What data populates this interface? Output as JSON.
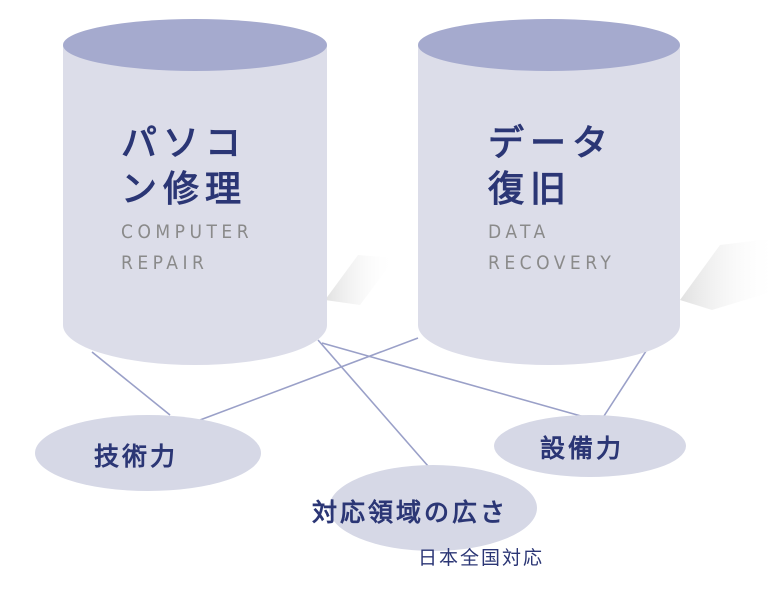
{
  "colors": {
    "cylinder_body": "#dcdde9",
    "cylinder_top": "#a5aace",
    "oval_fill": "#d6d8e6",
    "connector": "#9aa0c8",
    "text_primary": "#2b3675",
    "text_secondary": "#8a8a8a"
  },
  "cylinders": [
    {
      "title_line1": "パソコ",
      "title_line2": "ン修理",
      "en_line1": "COMPUTER",
      "en_line2": "REPAIR"
    },
    {
      "title_line1": "データ",
      "title_line2": "復旧",
      "en_line1": "DATA",
      "en_line2": "RECOVERY"
    }
  ],
  "ovals": [
    {
      "label": "技術力"
    },
    {
      "label": "対応領域の広さ",
      "sublabel": "日本全国対応"
    },
    {
      "label": "設備力"
    }
  ]
}
